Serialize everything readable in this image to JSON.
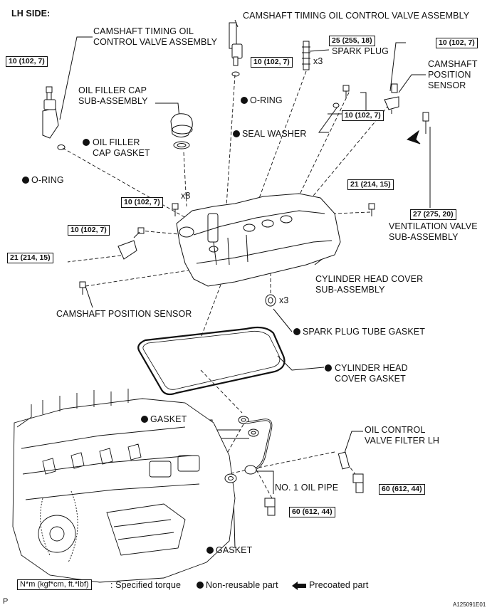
{
  "header": {
    "side": "LH SIDE:"
  },
  "labels": {
    "ocv_assy_top": "CAMSHAFT TIMING OIL CONTROL VALVE ASSEMBLY",
    "ocv_assy_left": "CAMSHAFT TIMING OIL\nCONTROL VALVE ASSEMBLY",
    "spark_plug": "SPARK PLUG",
    "o_ring_top": "O-RING",
    "o_ring_left": "O-RING",
    "oil_filler_cap": "OIL FILLER CAP\nSUB-ASSEMBLY",
    "oil_filler_gasket": "OIL FILLER\nCAP GASKET",
    "seal_washer": "SEAL WASHER",
    "cam_pos_sensor_right": "CAMSHAFT\nPOSITION\nSENSOR",
    "ventilation_valve": "VENTILATION VALVE\nSUB-ASSEMBLY",
    "cyl_head_cover": "CYLINDER HEAD COVER\nSUB-ASSEMBLY",
    "spark_plug_tube_gasket": "SPARK PLUG TUBE GASKET",
    "cyl_head_cover_gasket": "CYLINDER HEAD\nCOVER GASKET",
    "cam_pos_sensor_left": "CAMSHAFT POSITION SENSOR",
    "gasket_top": "GASKET",
    "gasket_bottom": "GASKET",
    "oil_control_filter": "OIL CONTROL\nVALVE FILTER LH",
    "no1_oil_pipe": "NO. 1 OIL PIPE"
  },
  "quantities": {
    "spark_plug": "x3",
    "bolts_cover": "x8",
    "tube_gasket": "x3"
  },
  "torques": {
    "spark_plug": "25 (255, 18)",
    "ocv_top": "10 (102, 7)",
    "ocv_left": "10 (102, 7)",
    "cam_sensor_right": "10 (102, 7)",
    "cover_bracket": "10 (102, 7)",
    "cover_bolts": "10 (102, 7)",
    "cam_sensor_left": "10 (102, 7)",
    "ventilation_valve": "27 (275, 20)",
    "stud_right": "21 (214, 15)",
    "stud_left": "21 (214, 15)",
    "union_right": "60 (612, 44)",
    "union_bottom": "60 (612, 44)"
  },
  "legend": {
    "torque_box": "N*m (kgf*cm, ft.*lbf)",
    "torque_desc": ": Specified torque",
    "non_reusable": "Non-reusable part",
    "precoated": "Precoated part"
  },
  "footer": {
    "page_letter": "P",
    "figure_id": "A125091E01"
  }
}
